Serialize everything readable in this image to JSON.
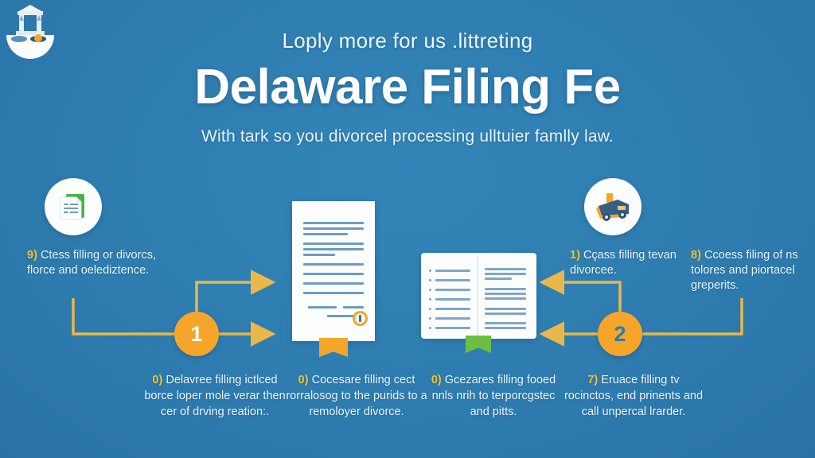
{
  "theme": {
    "background": "#2e7cb0",
    "accent_orange": "#f5a62a",
    "accent_yellow": "#f2c230",
    "accent_green": "#6cbe45",
    "text_white": "#ffffff"
  },
  "header": {
    "eyebrow": "Loply more for us .littreting",
    "title": "Delaware Filing Fe",
    "subtitle": "With tark so you divorcel processing ulltuier famlly law."
  },
  "side_captions": {
    "left": {
      "number": "9)",
      "text": "Ctess filling or divorcs, florce and oelediztence."
    },
    "truck": {
      "number": "1)",
      "text": "Cçass filling tevan divorcee."
    },
    "court": {
      "number": "8)",
      "text": "Ccoess filing of ns tolores and piortacel greperits."
    }
  },
  "bottom_captions": [
    {
      "number": "0)",
      "text": "Delavree filling ictlced borce loper mole verar then cer of drving reation:."
    },
    {
      "number": "0)",
      "text": "Cocesare filling cect rorralosog to the purids to a remoloyer divorce."
    },
    {
      "number": "0)",
      "text": "Gcezares filling fooed nnls nrih to terporcgstec and pitts."
    },
    {
      "number": "7)",
      "text": "Eruace filling tv rocinctos, end prinents and call unpercal lrarder."
    }
  ],
  "step_circles": [
    {
      "label": "1"
    },
    {
      "label": "2"
    }
  ],
  "icons": {
    "document_stack": "documents-icon",
    "truck": "truck-icon",
    "courthouse": "courthouse-scales-icon",
    "center_document": "legal-document-icon",
    "center_book": "open-book-icon",
    "seal": "seal-icon",
    "ribbon_orange": "ribbon-icon",
    "ribbon_green": "ribbon-icon"
  }
}
